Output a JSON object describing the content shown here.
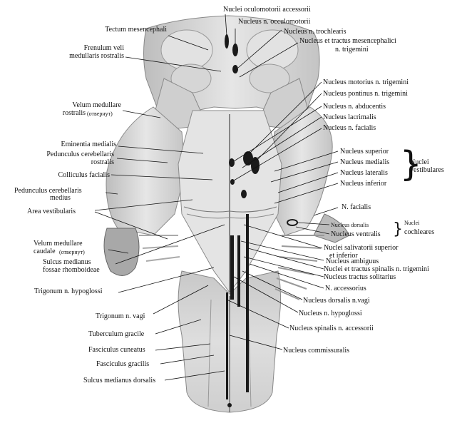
{
  "labels_left": [
    {
      "id": "tectum_mesencephali",
      "text": "Tectum mesencephali"
    },
    {
      "id": "frenulum_veli_1",
      "text": "Frenulum veli"
    },
    {
      "id": "frenulum_veli_2",
      "text": "medullaris rostralis"
    },
    {
      "id": "velum_medullare_rostralis_1",
      "text": "Velum medullare"
    },
    {
      "id": "velum_medullare_rostralis_2",
      "text": "rostralis"
    },
    {
      "id": "velum_medullare_rostralis_note",
      "text": "(отвернут)"
    },
    {
      "id": "eminentia_medialis",
      "text": "Eminentia medialis"
    },
    {
      "id": "pedunculus_rostralis_1",
      "text": "Pedunculus cerebellaris"
    },
    {
      "id": "pedunculus_rostralis_2",
      "text": "rostralis"
    },
    {
      "id": "colliculus_facialis",
      "text": "Colliculus facialis"
    },
    {
      "id": "pedunculus_medius_1",
      "text": "Pedunculus cerebellaris"
    },
    {
      "id": "pedunculus_medius_2",
      "text": "medius"
    },
    {
      "id": "area_vestibularis",
      "text": "Area vestibularis"
    },
    {
      "id": "velum_medullare_caudale_1",
      "text": "Velum medullare"
    },
    {
      "id": "velum_medullare_caudale_2",
      "text": "caudale"
    },
    {
      "id": "velum_medullare_caudale_note",
      "text": "(отвернут)"
    },
    {
      "id": "sulcus_medianus_1",
      "text": "Sulcus medianus"
    },
    {
      "id": "sulcus_medianus_2",
      "text": "fossae rhomboideae"
    },
    {
      "id": "trigonum_hypoglossi",
      "text": "Trigonum n. hypoglossi"
    },
    {
      "id": "trigonum_vagi",
      "text": "Trigonum n. vagi"
    },
    {
      "id": "tuberculum_gracile",
      "text": "Tuberculum gracile"
    },
    {
      "id": "fasciculus_cuneatus",
      "text": "Fasciculus cuneatus"
    },
    {
      "id": "fasciculus_gracilis",
      "text": "Fasciculus gracilis"
    },
    {
      "id": "sulcus_medianus_dorsalis",
      "text": "Sulcus medianus dorsalis"
    }
  ],
  "labels_right": [
    {
      "id": "nuclei_oculomotorii_accessorii",
      "text": "Nuclei oculomotorii accessorii"
    },
    {
      "id": "nucleus_occulomotorii",
      "text": "Nucleus n. occulomotorii"
    },
    {
      "id": "nucleus_trochlearis",
      "text": "Nucleus n. trochlearis"
    },
    {
      "id": "nucleus_tractus_mes_1",
      "text": "Nucleus et tractus mesencephalici"
    },
    {
      "id": "nucleus_tractus_mes_2",
      "text": "n. trigemini"
    },
    {
      "id": "nucleus_motorius_trigemini",
      "text": "Nucleus motorius n. trigemini"
    },
    {
      "id": "nucleus_pontinus_trigemini",
      "text": "Nucleus pontinus n. trigemini"
    },
    {
      "id": "nucleus_abducentis",
      "text": "Nucleus n. abducentis"
    },
    {
      "id": "nucleus_lacrimalis",
      "text": "Nucleus lacrimalis"
    },
    {
      "id": "nucleus_facialis",
      "text": "Nucleus n. facialis"
    },
    {
      "id": "nucleus_superior",
      "text": "Nucleus superior"
    },
    {
      "id": "nucleus_medialis",
      "text": "Nucleus medialis"
    },
    {
      "id": "nucleus_lateralis",
      "text": "Nucleus lateralis"
    },
    {
      "id": "nucleus_inferior",
      "text": "Nucleus inferior"
    },
    {
      "id": "nuclei_vestibulares_1",
      "text": "Nuclei"
    },
    {
      "id": "nuclei_vestibulares_2",
      "text": "vestibulares"
    },
    {
      "id": "n_facialis",
      "text": "N. facialis"
    },
    {
      "id": "nucleus_dorsalis",
      "text": "Nucleus dorsalis"
    },
    {
      "id": "nucleus_ventralis",
      "text": "Nucleus ventralis"
    },
    {
      "id": "nuclei_cochleares_1",
      "text": "Nuclei"
    },
    {
      "id": "nuclei_cochleares_2",
      "text": "cochleares"
    },
    {
      "id": "nuclei_salivatorii_1",
      "text": "Nuclei salivatorii  superior"
    },
    {
      "id": "nuclei_salivatorii_2",
      "text": "et inferior"
    },
    {
      "id": "nucleus_ambiguus",
      "text": "Nucleus ambiguus"
    },
    {
      "id": "nuclei_tractus_spinalis_trig",
      "text": "Nuclei et tractus spinalis n. trigemini"
    },
    {
      "id": "nucleus_tractus_solitarius",
      "text": "Nucleus tractus  solitarius"
    },
    {
      "id": "n_accessorius",
      "text": "N. accessorius"
    },
    {
      "id": "nucleus_dorsalis_vagi",
      "text": "Nucleus dorsalis n.vagi"
    },
    {
      "id": "nucleus_hypoglossi",
      "text": "Nucleus n. hypoglossi"
    },
    {
      "id": "nucleus_spinalis_accessorii",
      "text": "Nucleus spinalis n. accessorii"
    },
    {
      "id": "nucleus_commissuralis",
      "text": "Nucleus commissuralis"
    }
  ],
  "colors": {
    "tissue": "#d9d9d9",
    "tissue_dark": "#a9a9a9",
    "tissue_light": "#ececec",
    "nucleus": "#1a1a1a",
    "line": "#111111"
  }
}
